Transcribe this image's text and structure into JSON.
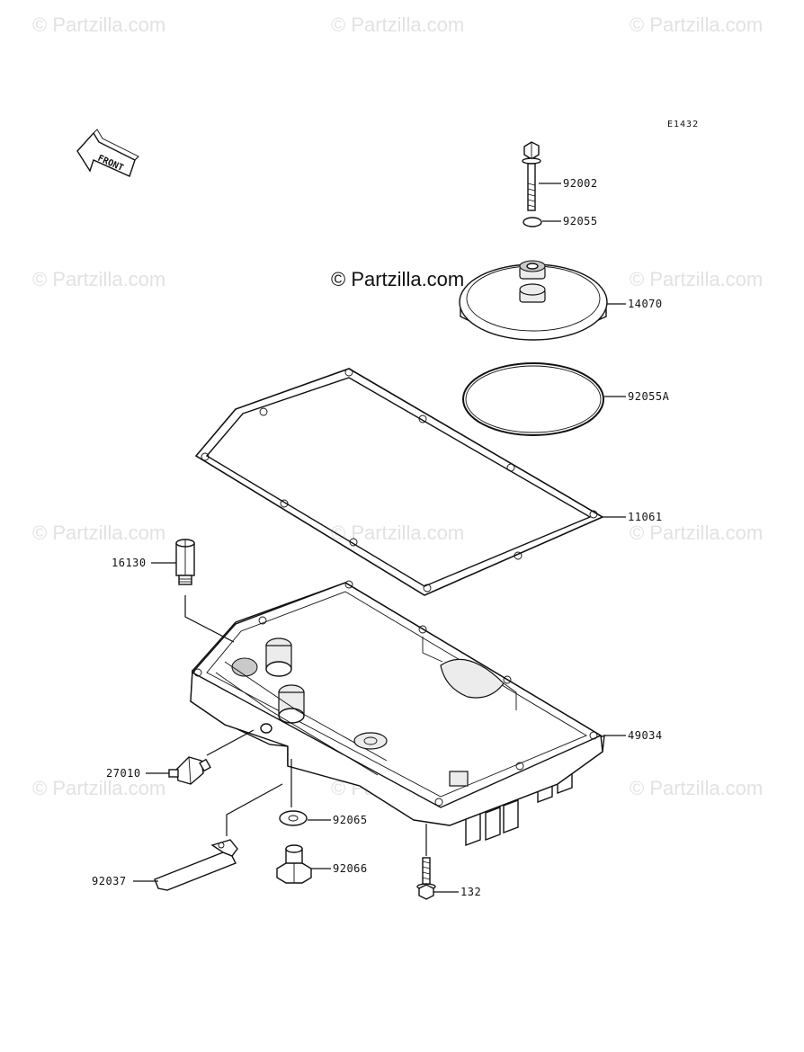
{
  "diagram_code": "E1432",
  "front_label": "FRONT",
  "watermark": {
    "main": "© Partzilla.com",
    "repeat": "© Partzilla.com"
  },
  "parts": [
    {
      "number": "92002"
    },
    {
      "number": "92055"
    },
    {
      "number": "14070"
    },
    {
      "number": "92055A"
    },
    {
      "number": "11061"
    },
    {
      "number": "16130"
    },
    {
      "number": "49034"
    },
    {
      "number": "27010"
    },
    {
      "number": "92065"
    },
    {
      "number": "92066"
    },
    {
      "number": "92037"
    },
    {
      "number": "132"
    }
  ],
  "colors": {
    "line": "#111111",
    "watermark": "#e2e2e2",
    "background": "#ffffff"
  }
}
